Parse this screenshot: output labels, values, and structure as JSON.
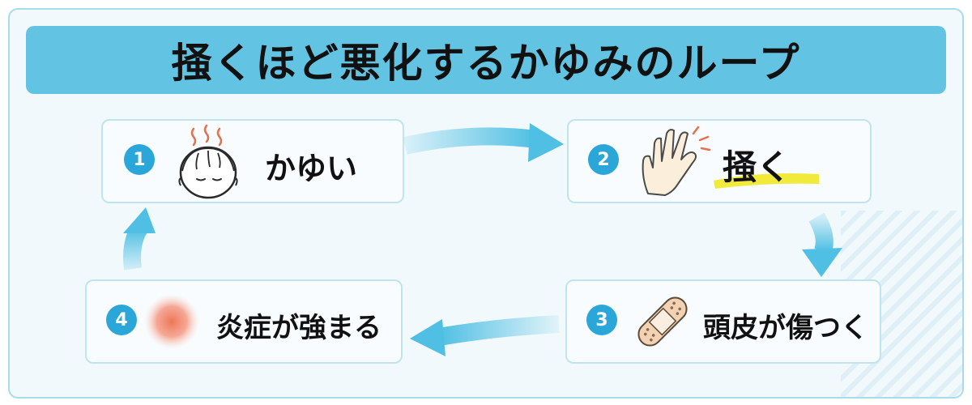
{
  "title": "掻くほど悪化するかゆみのループ",
  "steps": [
    {
      "number": "1",
      "label": "かゆい",
      "icon": "itchy-face-icon"
    },
    {
      "number": "2",
      "label": "掻く",
      "icon": "scratching-hand-icon"
    },
    {
      "number": "3",
      "label": "頭皮が傷つく",
      "icon": "bandage-icon"
    },
    {
      "number": "4",
      "label": "炎症が強まる",
      "icon": "inflammation-spot-icon"
    }
  ],
  "colors": {
    "banner": "#62c4e2",
    "number_badge": "#2aa7d8",
    "arrow": "#4fbfe3",
    "highlight": "#f2ea3a",
    "inflammation": "#ee7656"
  }
}
